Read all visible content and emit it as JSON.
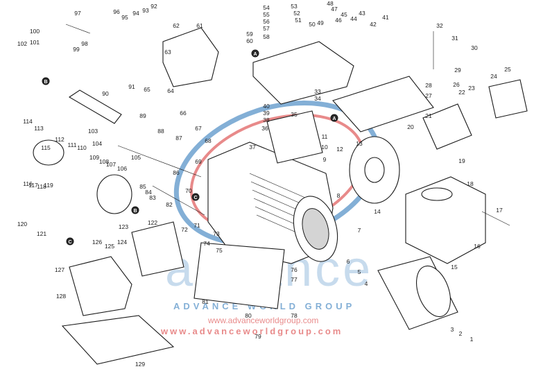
{
  "watermark": {
    "brand_word": "advance",
    "group_line": "ADVANCE WORLD GROUP",
    "url_line_1": "www.advanceworldgroup.com",
    "url_line_2": "www.advanceworldgroup.com",
    "brand_color": "#1f6fb5",
    "accent_color": "#d62b2b"
  },
  "reference_markers": [
    "A",
    "A",
    "B",
    "B",
    "C",
    "C"
  ],
  "callouts": [
    "1",
    "2",
    "3",
    "4",
    "5",
    "6",
    "7",
    "8",
    "9",
    "10",
    "11",
    "12",
    "13",
    "14",
    "15",
    "16",
    "17",
    "18",
    "19",
    "20",
    "21",
    "22",
    "23",
    "24",
    "25",
    "26",
    "27",
    "28",
    "29",
    "30",
    "31",
    "32",
    "33",
    "34",
    "35",
    "36",
    "37",
    "38",
    "39",
    "40",
    "41",
    "42",
    "43",
    "44",
    "45",
    "46",
    "47",
    "48",
    "49",
    "50",
    "51",
    "52",
    "53",
    "54",
    "55",
    "56",
    "57",
    "58",
    "59",
    "60",
    "61",
    "62",
    "63",
    "64",
    "65",
    "66",
    "67",
    "68",
    "69",
    "70",
    "71",
    "72",
    "73",
    "74",
    "75",
    "76",
    "77",
    "78",
    "79",
    "80",
    "81",
    "82",
    "83",
    "84",
    "85",
    "86",
    "87",
    "88",
    "89",
    "90",
    "91",
    "92",
    "93",
    "94",
    "95",
    "96",
    "97",
    "98",
    "99",
    "100",
    "101",
    "102",
    "103",
    "104",
    "105",
    "106",
    "107",
    "108",
    "109",
    "110",
    "111",
    "112",
    "113",
    "114",
    "115",
    "116",
    "117",
    "118",
    "119",
    "120",
    "121",
    "122",
    "123",
    "124",
    "125",
    "126",
    "127",
    "128",
    "129"
  ]
}
